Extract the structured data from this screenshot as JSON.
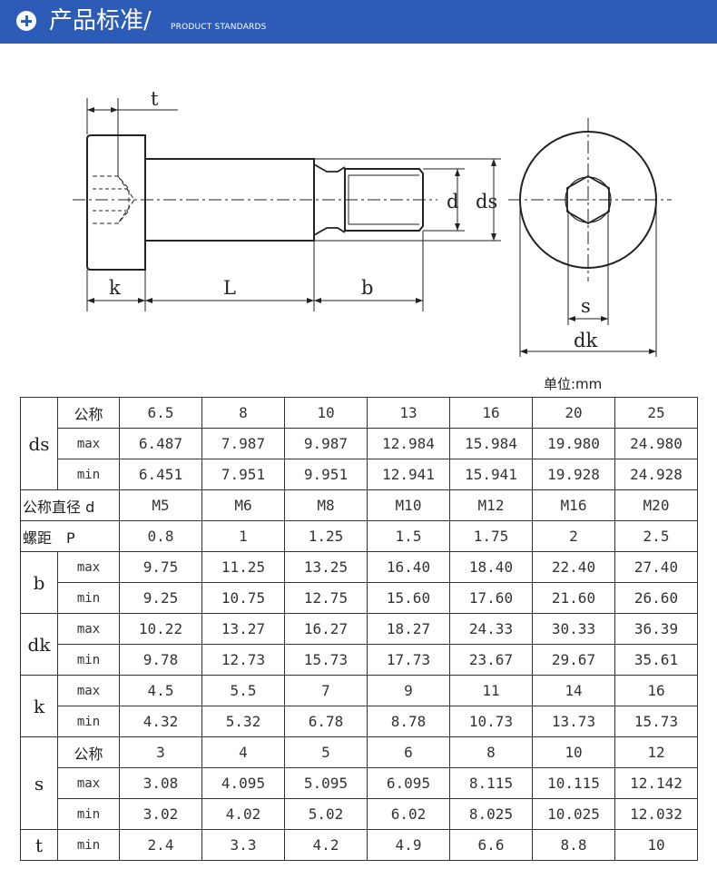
{
  "header": {
    "title": "产品标准/",
    "subtitle": "PRODUCT STANDARDS"
  },
  "drawing_labels": {
    "t": "t",
    "k": "k",
    "L": "L",
    "b": "b",
    "d": "d",
    "ds": "ds",
    "s": "s",
    "dk": "dk"
  },
  "unit_label": "单位:mm",
  "table": {
    "groups": [
      {
        "label": "ds",
        "rows": [
          {
            "sub": "公称",
            "values": [
              "6.5",
              "8",
              "10",
              "13",
              "16",
              "20",
              "25"
            ]
          },
          {
            "sub": "max",
            "values": [
              "6.487",
              "7.987",
              "9.987",
              "12.984",
              "15.984",
              "19.980",
              "24.980"
            ]
          },
          {
            "sub": "min",
            "values": [
              "6.451",
              "7.951",
              "9.951",
              "12.941",
              "15.941",
              "19.928",
              "24.928"
            ]
          }
        ]
      },
      {
        "full": "公称直径 d",
        "values": [
          "M5",
          "M6",
          "M8",
          "M10",
          "M12",
          "M16",
          "M20"
        ]
      },
      {
        "full": "螺距　P",
        "values": [
          "0.8",
          "1",
          "1.25",
          "1.5",
          "1.75",
          "2",
          "2.5"
        ]
      },
      {
        "label": "b",
        "rows": [
          {
            "sub": "max",
            "values": [
              "9.75",
              "11.25",
              "13.25",
              "16.40",
              "18.40",
              "22.40",
              "27.40"
            ]
          },
          {
            "sub": "min",
            "values": [
              "9.25",
              "10.75",
              "12.75",
              "15.60",
              "17.60",
              "21.60",
              "26.60"
            ]
          }
        ]
      },
      {
        "label": "dk",
        "rows": [
          {
            "sub": "max",
            "values": [
              "10.22",
              "13.27",
              "16.27",
              "18.27",
              "24.33",
              "30.33",
              "36.39"
            ]
          },
          {
            "sub": "min",
            "values": [
              "9.78",
              "12.73",
              "15.73",
              "17.73",
              "23.67",
              "29.67",
              "35.61"
            ]
          }
        ]
      },
      {
        "label": "k",
        "rows": [
          {
            "sub": "max",
            "values": [
              "4.5",
              "5.5",
              "7",
              "9",
              "11",
              "14",
              "16"
            ]
          },
          {
            "sub": "min",
            "values": [
              "4.32",
              "5.32",
              "6.78",
              "8.78",
              "10.73",
              "13.73",
              "15.73"
            ]
          }
        ]
      },
      {
        "label": "s",
        "rows": [
          {
            "sub": "公称",
            "values": [
              "3",
              "4",
              "5",
              "6",
              "8",
              "10",
              "12"
            ]
          },
          {
            "sub": "max",
            "values": [
              "3.08",
              "4.095",
              "5.095",
              "6.095",
              "8.115",
              "10.115",
              "12.142"
            ]
          },
          {
            "sub": "min",
            "values": [
              "3.02",
              "4.02",
              "5.02",
              "6.02",
              "8.025",
              "10.025",
              "12.032"
            ]
          }
        ]
      },
      {
        "label": "t",
        "rows": [
          {
            "sub": "min",
            "values": [
              "2.4",
              "3.3",
              "4.2",
              "4.9",
              "6.6",
              "8.8",
              "10"
            ]
          }
        ]
      }
    ]
  }
}
